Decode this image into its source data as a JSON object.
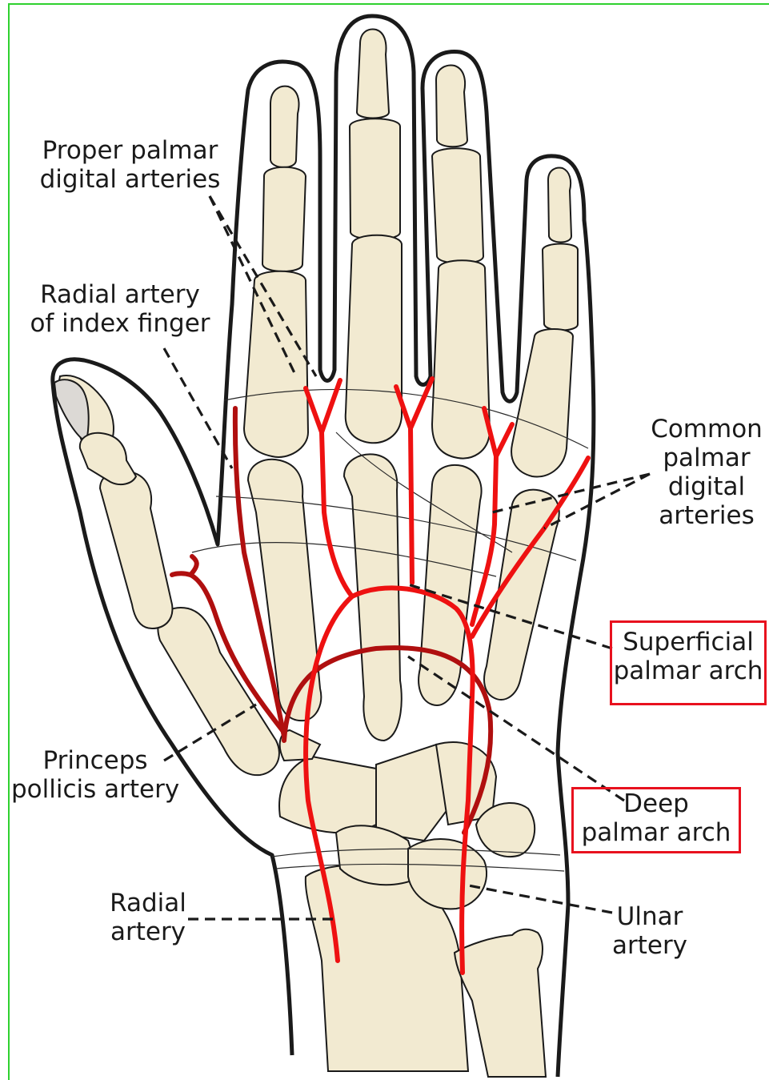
{
  "colors": {
    "bone_fill": "#f2ead1",
    "outline": "#1a1a1a",
    "artery_bright": "#ee1111",
    "artery_dark": "#b00f0f",
    "highlight_box": "#e8111e",
    "frame_line": "#2fd12f"
  },
  "labels": {
    "proper_palmar": {
      "line1": "Proper palmar",
      "line2": "digital arteries"
    },
    "radial_index": {
      "line1": "Radial artery",
      "line2": "of index finger"
    },
    "common_palmar": {
      "line1": "Common",
      "line2": "palmar",
      "line3": "digital",
      "line4": "arteries"
    },
    "superficial_arch": {
      "line1": "Superficial",
      "line2": "palmar arch"
    },
    "deep_arch": {
      "line1": "Deep",
      "line2": "palmar arch"
    },
    "princeps": {
      "line1": "Princeps",
      "line2": "pollicis artery"
    },
    "radial_artery": {
      "line1": "Radial",
      "line2": "artery"
    },
    "ulnar_artery": {
      "line1": "Ulnar",
      "line2": "artery"
    }
  }
}
